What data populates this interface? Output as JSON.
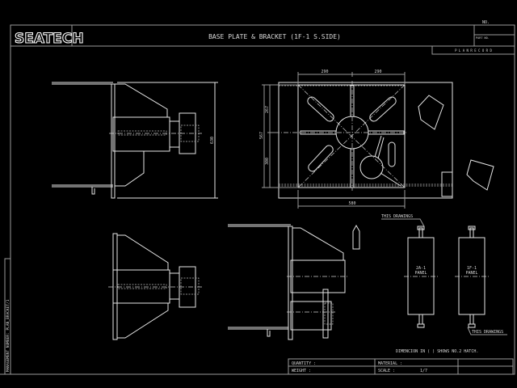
{
  "title_block": {
    "logo": "SEATECH",
    "title": "BASE PLATE & BRACKET (1F-1 S.SIDE)",
    "no_label": "NO.",
    "part_no_label": "PART NO.",
    "plan_record": "P L A N   R E C O R D",
    "management_number": "MANAGEMENT NUMBER: PLAN_BRACKET/1"
  },
  "dimensions": {
    "top_left": "290",
    "top_right": "290",
    "bottom": "580",
    "left_overall": "567",
    "left_upper": "267",
    "left_lower": "300",
    "side_height": "630"
  },
  "panels": [
    {
      "label_line1": "2A-1",
      "label_line2": "PANEL"
    },
    {
      "label_line1": "1F-1",
      "label_line2": "PANEL"
    }
  ],
  "callouts": {
    "this_drawings_top": "THIS DRAWINGS",
    "this_drawings_bottom": "THIS DRAWINGS"
  },
  "note": "DIMENCION IN ( ) SHOWS NO.2 HATCH.",
  "table": {
    "quantity_label": "QUANTITY :",
    "material_label": "MATERIAL :",
    "weight_label": "WEIGHT   :",
    "scale_label": "SCALE    :",
    "scale_value": "1/7"
  }
}
